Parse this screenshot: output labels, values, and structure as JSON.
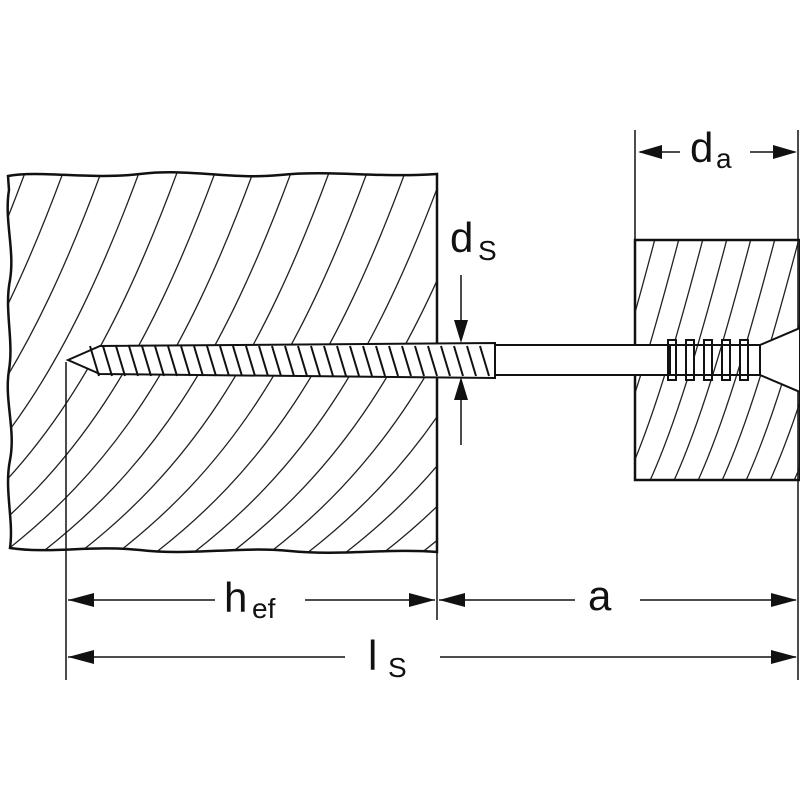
{
  "diagram": {
    "labels": {
      "da": {
        "main": "d",
        "sub": "a"
      },
      "ds": {
        "main": "d",
        "sub": "S"
      },
      "hef": {
        "main": "h",
        "sub": "ef"
      },
      "a": {
        "main": "a"
      },
      "ls": {
        "main": "l",
        "sub": "S"
      }
    },
    "colors": {
      "line": "#111111",
      "background": "#ffffff",
      "hatch": "#222222"
    },
    "icons": {
      "screw": "wood-screw-icon",
      "base_timber": "timber-block-hatched",
      "attached_timber": "timber-block-hatched"
    }
  }
}
